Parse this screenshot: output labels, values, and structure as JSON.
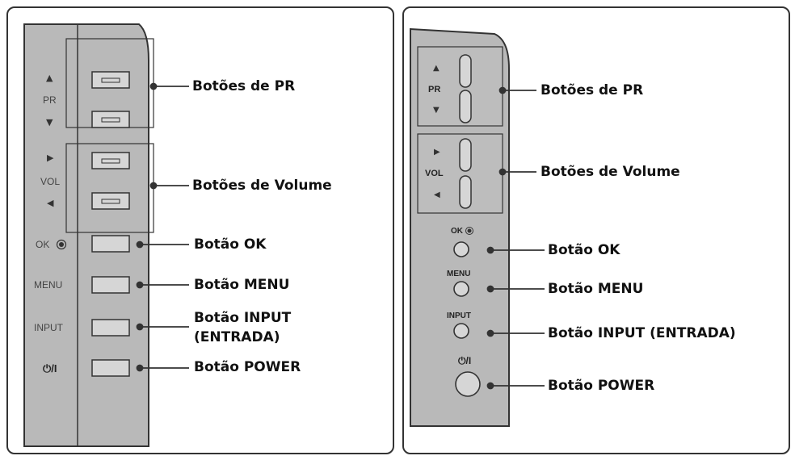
{
  "left_panel": {
    "controls": {
      "pr_label": "PR",
      "vol_label": "VOL",
      "ok_label": "OK",
      "menu_label": "MENU",
      "input_label": "INPUT",
      "power_label": "⏻/I",
      "up_arrow": "▲",
      "down_arrow": "▼",
      "right_arrow": "▶",
      "left_arrow": "◀"
    },
    "callouts": {
      "pr_buttons": "Botões de PR",
      "volume_buttons": "Botões de Volume",
      "ok_button": "Botão OK",
      "menu_button": "Botão MENU",
      "input_button_line1": "Botão INPUT",
      "input_button_line2": "(ENTRADA)",
      "power_button": "Botão POWER"
    }
  },
  "right_panel": {
    "controls": {
      "pr_label": "PR",
      "vol_label": "VOL",
      "ok_label": "OK",
      "menu_label": "MENU",
      "input_label": "INPUT",
      "power_label": "⏻/I",
      "up_arrow": "▲",
      "down_arrow": "▼",
      "right_arrow": "▶",
      "left_arrow": "◀"
    },
    "callouts": {
      "pr_buttons": "Botões de PR",
      "volume_buttons": "Botões de Volume",
      "ok_button": "Botão OK",
      "menu_button": "Botão MENU",
      "input_button": "Botão INPUT (ENTRADA)",
      "power_button": "Botão POWER"
    }
  },
  "colors": {
    "panel_gray": "#b9b9b9",
    "panel_gray_dark": "#a9a9a9",
    "outline": "#333333",
    "button_fill": "#d6d6d6"
  }
}
